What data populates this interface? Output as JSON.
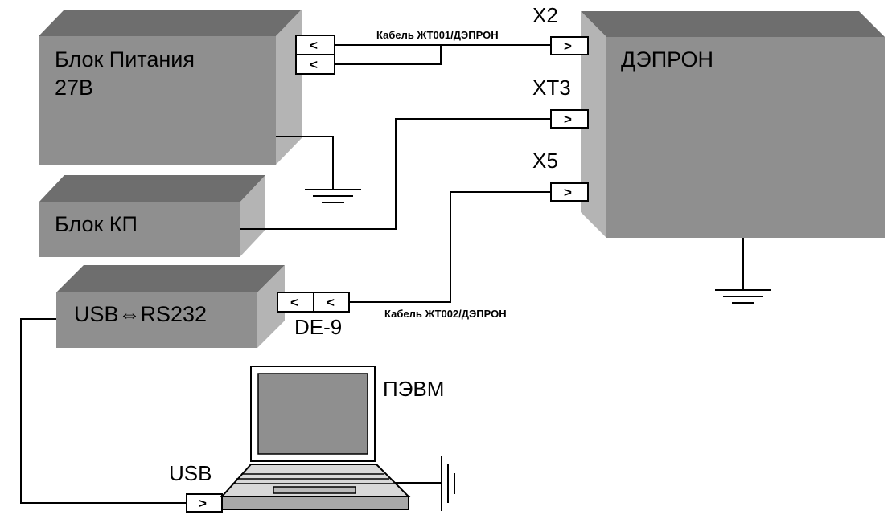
{
  "blocks": {
    "power": {
      "line1": "Блок Питания",
      "line2": "27В"
    },
    "kp": {
      "label": "Блок КП"
    },
    "usb_rs232": {
      "label": "USB⇔RS232"
    },
    "depron": {
      "label": "ДЭПРОН"
    },
    "pc": {
      "label": "ПЭВМ"
    }
  },
  "connectors": {
    "x2": {
      "name": "X2",
      "symbol": ">"
    },
    "xt3": {
      "name": "XT3",
      "symbol": ">"
    },
    "x5": {
      "name": "X5",
      "symbol": ">"
    },
    "power_top": {
      "symbol": "<"
    },
    "power_bottom": {
      "symbol": "<"
    },
    "de9_left": {
      "symbol": "<"
    },
    "de9_right": {
      "symbol": "<"
    },
    "de9": {
      "name": "DE-9"
    },
    "usb": {
      "name": "USB",
      "symbol": ">"
    }
  },
  "cables": {
    "cable1": "Кабель ЖТ001/ДЭПРОН",
    "cable2": "Кабель ЖТ002/ДЭПРОН"
  },
  "colors": {
    "box_front": "#8f8f8f",
    "box_top": "#6e6e6e",
    "box_side": "#b4b4b4",
    "line": "#000000"
  }
}
